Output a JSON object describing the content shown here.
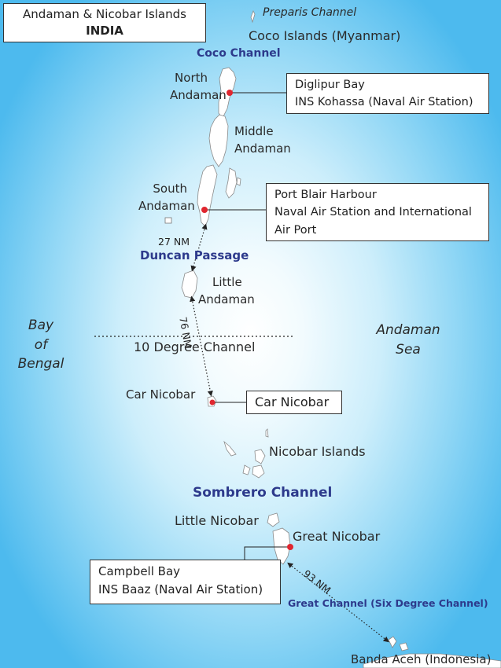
{
  "title": {
    "line1": "Andaman & Nicobar Islands",
    "line2": "INDIA"
  },
  "regions": {
    "bay": [
      "Bay",
      "of",
      "Bengal"
    ],
    "sea": [
      "Andaman",
      "Sea"
    ]
  },
  "places": {
    "preparis": "Preparis Channel",
    "coco_islands": "Coco Islands (Myanmar)",
    "north_andaman": [
      "North",
      "Andaman"
    ],
    "middle_andaman": [
      "Middle",
      "Andaman"
    ],
    "south_andaman": [
      "South",
      "Andaman"
    ],
    "little_andaman": [
      "Little",
      "Andaman"
    ],
    "car_nicobar": "Car Nicobar",
    "nicobar_islands": "Nicobar Islands",
    "little_nicobar": "Little Nicobar",
    "great_nicobar": "Great Nicobar",
    "banda_aceh": "Banda Aceh (Indonesia)"
  },
  "channels": {
    "coco": "Coco Channel",
    "duncan": "Duncan Passage",
    "ten_degree": "10 Degree Channel",
    "sombrero": "Sombrero Channel",
    "great": "Great Channel (Six Degree Channel)"
  },
  "callouts": {
    "diglipur": [
      "Diglipur Bay",
      "INS Kohassa (Naval Air Station)"
    ],
    "port_blair": [
      "Port Blair Harbour",
      "Naval Air Station and International",
      "Air Port"
    ],
    "car_nicobar": "Car Nicobar",
    "campbell": [
      "Campbell Bay",
      "INS Baaz (Naval Air Station)"
    ]
  },
  "distances": {
    "duncan": "27 NM",
    "ten_degree": "76 NM",
    "great": "93 NM"
  },
  "colors": {
    "marker": "#e0262f",
    "channel_text": "#2d3a8c",
    "island": "#ffffff",
    "sea_center": "#ffffff",
    "sea_edge": "#4dbaee"
  }
}
